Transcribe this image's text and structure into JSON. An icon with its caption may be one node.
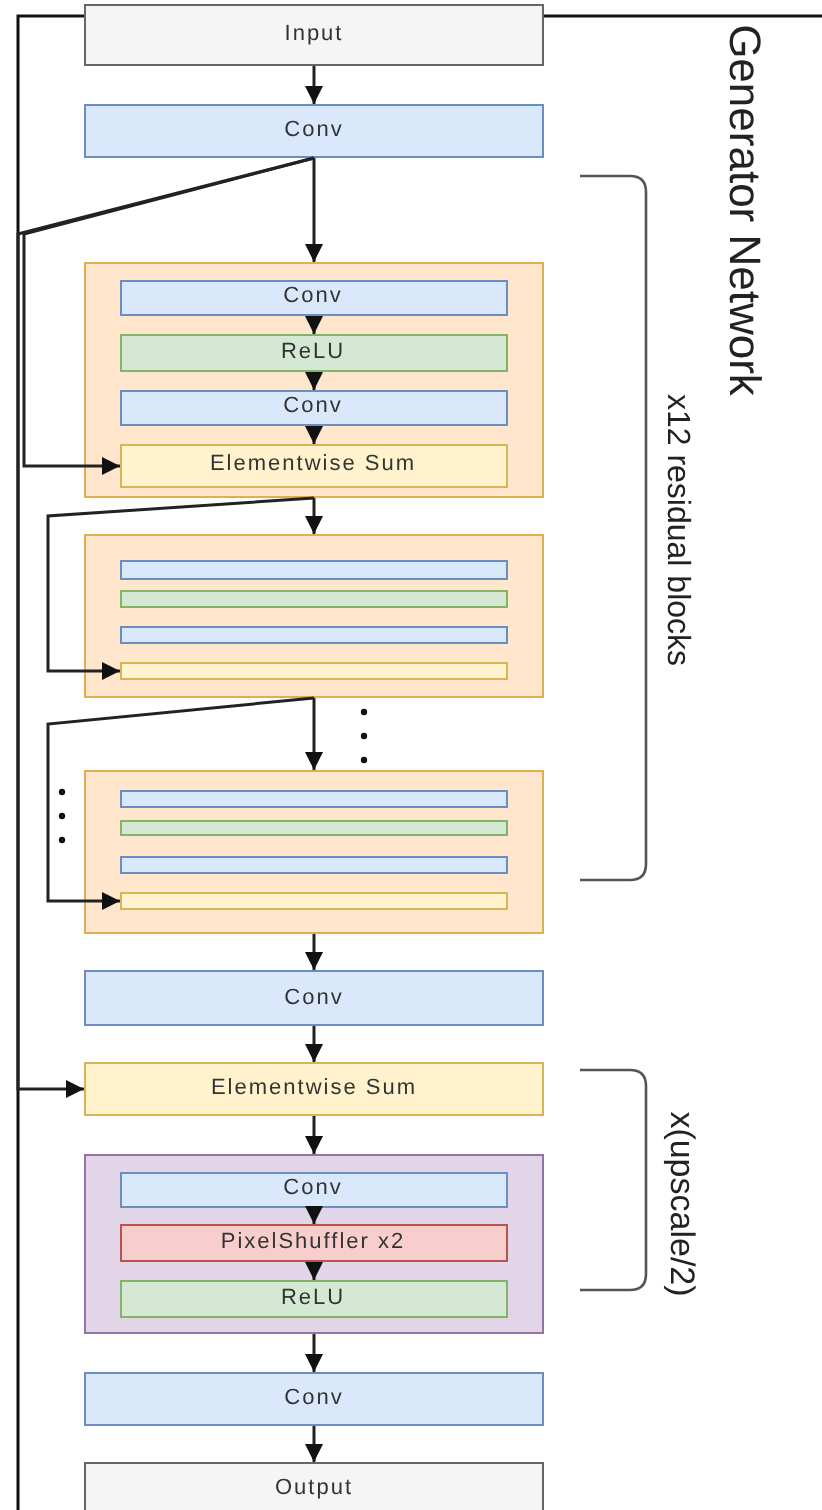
{
  "diagram": {
    "title": "Generator Network",
    "nodes": [
      {
        "text": [
          "Input"
        ]
      },
      {
        "text": [
          "Conv"
        ]
      },
      {
        "text": [],
        "shape": "box"
      },
      {
        "text": [
          "Conv"
        ],
        "in": 2
      },
      {
        "text": [
          "ReLU"
        ],
        "in": 2
      },
      {
        "text": [
          "Conv"
        ],
        "in": 2
      },
      {
        "text": [
          "Elementwise Sum"
        ],
        "in": 2
      },
      {
        "text": [],
        "shape": "box"
      },
      {
        "text": [],
        "shape": "box",
        "in": 7
      },
      {
        "text": [],
        "shape": "box",
        "in": 7
      },
      {
        "text": [],
        "shape": "box",
        "in": 7
      },
      {
        "text": [],
        "shape": "box",
        "in": 7
      },
      {
        "text": [],
        "shape": "box"
      },
      {
        "text": [],
        "shape": "box",
        "in": 12
      },
      {
        "text": [],
        "shape": "box",
        "in": 12
      },
      {
        "text": [],
        "shape": "box",
        "in": 12
      },
      {
        "text": [],
        "shape": "box",
        "in": 12
      },
      {
        "text": [
          "Conv"
        ]
      },
      {
        "text": [
          "Elementwise Sum"
        ]
      },
      {
        "text": [],
        "shape": "box"
      },
      {
        "text": [
          "Conv"
        ],
        "in": 19
      },
      {
        "text": [
          "PixelShuffler x2"
        ],
        "in": 19
      },
      {
        "text": [
          "ReLU"
        ],
        "in": 19
      },
      {
        "text": [
          "Conv"
        ]
      },
      {
        "text": [
          "Output"
        ]
      }
    ],
    "edges": [
      {
        "from": 0,
        "to": 1,
        "arrow": "to"
      },
      {
        "from": 1,
        "to": 2,
        "arrow": "to"
      },
      {
        "from": 3,
        "to": 4,
        "arrow": "to"
      },
      {
        "from": 4,
        "to": 5,
        "arrow": "to"
      },
      {
        "from": 5,
        "to": 6,
        "arrow": "to"
      },
      {
        "from": 1,
        "to": 6,
        "arrow": "to"
      },
      {
        "from": 2,
        "to": 7,
        "arrow": "to"
      },
      {
        "from": 2,
        "to": 11,
        "arrow": "to"
      },
      {
        "from": 7,
        "to": 12,
        "arrow": "to"
      },
      {
        "from": 7,
        "to": 16,
        "arrow": "to"
      },
      {
        "from": 12,
        "to": 17,
        "arrow": "to"
      },
      {
        "from": 17,
        "to": 18,
        "arrow": "to"
      },
      {
        "from": 1,
        "to": 18,
        "arrow": "to"
      },
      {
        "from": 18,
        "to": 19,
        "arrow": "to"
      },
      {
        "from": 20,
        "to": 21,
        "arrow": "to"
      },
      {
        "from": 21,
        "to": 22,
        "arrow": "to"
      },
      {
        "from": 19,
        "to": 23,
        "arrow": "to"
      },
      {
        "from": 23,
        "to": 24,
        "arrow": "to"
      }
    ],
    "labels": [
      "x12 residual blocks",
      "x(upscale/2)"
    ]
  }
}
